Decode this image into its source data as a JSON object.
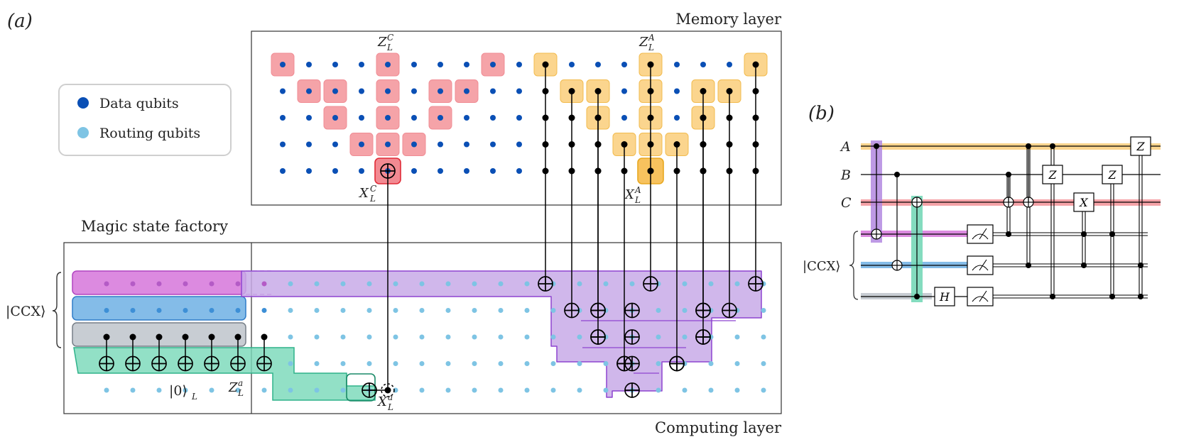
{
  "panel_a": {
    "label": "(a)",
    "memory_layer": "Memory layer",
    "computing_layer": "Computing layer",
    "magic_state_factory": "Magic state factory",
    "legend": {
      "data": "Data qubits",
      "routing": "Routing qubits"
    },
    "ccx_label": "|CCX⟩",
    "zero_label": "|0⟩",
    "zero_sub": "L",
    "op_labels": {
      "zc": {
        "main": "Z",
        "sub": "L",
        "sup": "C"
      },
      "xc": {
        "main": "X",
        "sub": "L",
        "sup": "C"
      },
      "za": {
        "main": "Z",
        "sub": "L",
        "sup": "A"
      },
      "xa": {
        "main": "X",
        "sub": "L",
        "sup": "A"
      },
      "zan": {
        "main": "Z",
        "sub": "L",
        "sup": "a"
      },
      "xan": {
        "main": "X",
        "sub": "L",
        "sup": "a"
      }
    }
  },
  "panel_b": {
    "label": "(b)",
    "wires": [
      "A",
      "B",
      "C"
    ],
    "ccx_label": "|CCX⟩",
    "gates": {
      "h": "H",
      "z1": "Z",
      "z2": "Z",
      "z3": "Z",
      "x": "X"
    }
  },
  "colors": {
    "data_qubit": "#0a4fb5",
    "routing_qubit": "#7ec4e4",
    "red_patch": "#f5a3a8",
    "yellow_patch": "#fbd58e",
    "purple": "#b388e0",
    "magenta": "#dc8ae0",
    "blue": "#84bce8",
    "gray": "#c8cdd3",
    "teal": "#77d8b8"
  }
}
